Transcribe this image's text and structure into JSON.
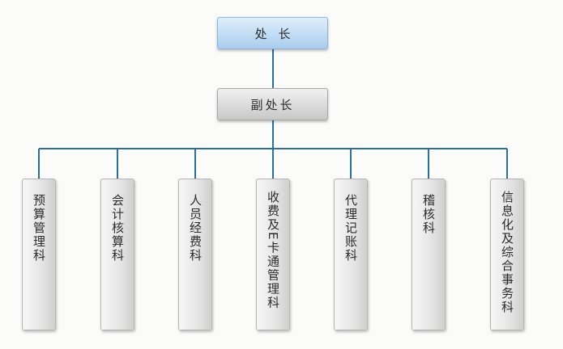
{
  "org": {
    "head": "处长",
    "deputy": "副处长",
    "departments": [
      "预算管理科",
      "会计核算科",
      "人员经费科",
      "收费及E卡通管理科",
      "代理记账科",
      "稽核科",
      "信息化及综合事务科"
    ]
  },
  "colors": {
    "connector": "#2b6f9e",
    "head_fill": "#b9d6f1",
    "box_fill": "#d9d9d9",
    "background": "#fbfbfa"
  }
}
